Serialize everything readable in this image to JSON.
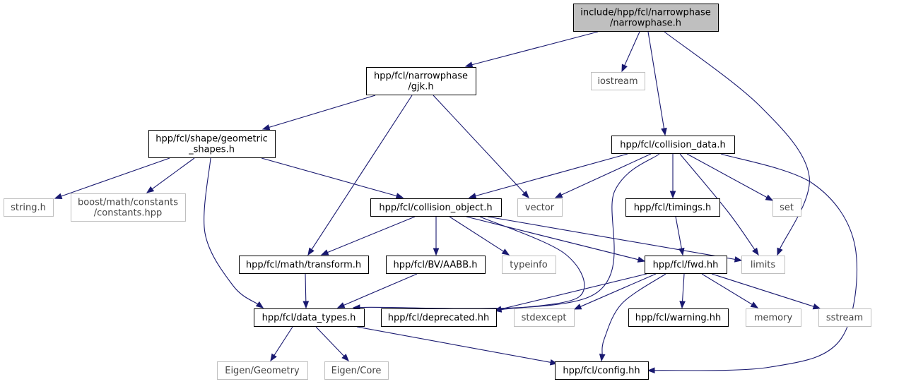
{
  "colors": {
    "edge": "#191970",
    "root_fill": "#bfbfbf",
    "node_border": "#000000",
    "external_border": "#bfbfbf"
  },
  "nodes": [
    {
      "id": "root",
      "lines": [
        "include/hpp/fcl/narrowphase",
        "/narrowphase.h"
      ],
      "kind": "root"
    },
    {
      "id": "gjk",
      "lines": [
        "hpp/fcl/narrowphase",
        "/gjk.h"
      ],
      "kind": "local"
    },
    {
      "id": "iostream",
      "lines": [
        "iostream"
      ],
      "kind": "external"
    },
    {
      "id": "geometric",
      "lines": [
        "hpp/fcl/shape/geometric",
        "_shapes.h"
      ],
      "kind": "local"
    },
    {
      "id": "collision_data",
      "lines": [
        "hpp/fcl/collision_data.h"
      ],
      "kind": "local"
    },
    {
      "id": "string",
      "lines": [
        "string.h"
      ],
      "kind": "external"
    },
    {
      "id": "boostmath",
      "lines": [
        "boost/math/constants",
        "/constants.hpp"
      ],
      "kind": "external"
    },
    {
      "id": "collision_object",
      "lines": [
        "hpp/fcl/collision_object.h"
      ],
      "kind": "local"
    },
    {
      "id": "vector",
      "lines": [
        "vector"
      ],
      "kind": "external"
    },
    {
      "id": "timings",
      "lines": [
        "hpp/fcl/timings.h"
      ],
      "kind": "local"
    },
    {
      "id": "set",
      "lines": [
        "set"
      ],
      "kind": "external"
    },
    {
      "id": "transform",
      "lines": [
        "hpp/fcl/math/transform.h"
      ],
      "kind": "local"
    },
    {
      "id": "aabb",
      "lines": [
        "hpp/fcl/BV/AABB.h"
      ],
      "kind": "local"
    },
    {
      "id": "typeinfo",
      "lines": [
        "typeinfo"
      ],
      "kind": "external"
    },
    {
      "id": "fwd",
      "lines": [
        "hpp/fcl/fwd.hh"
      ],
      "kind": "local"
    },
    {
      "id": "limits",
      "lines": [
        "limits"
      ],
      "kind": "external"
    },
    {
      "id": "data_types",
      "lines": [
        "hpp/fcl/data_types.h"
      ],
      "kind": "local"
    },
    {
      "id": "deprecated",
      "lines": [
        "hpp/fcl/deprecated.hh"
      ],
      "kind": "local"
    },
    {
      "id": "stdexcept",
      "lines": [
        "stdexcept"
      ],
      "kind": "external"
    },
    {
      "id": "warning",
      "lines": [
        "hpp/fcl/warning.hh"
      ],
      "kind": "local"
    },
    {
      "id": "memory",
      "lines": [
        "memory"
      ],
      "kind": "external"
    },
    {
      "id": "sstream",
      "lines": [
        "sstream"
      ],
      "kind": "external"
    },
    {
      "id": "eigen_geometry",
      "lines": [
        "Eigen/Geometry"
      ],
      "kind": "external"
    },
    {
      "id": "eigen_core",
      "lines": [
        "Eigen/Core"
      ],
      "kind": "external"
    },
    {
      "id": "config",
      "lines": [
        "hpp/fcl/config.hh"
      ],
      "kind": "local"
    }
  ],
  "edges": [
    {
      "from": "root",
      "to": "gjk"
    },
    {
      "from": "root",
      "to": "iostream"
    },
    {
      "from": "root",
      "to": "collision_data"
    },
    {
      "from": "root",
      "to": "limits"
    },
    {
      "from": "gjk",
      "to": "geometric"
    },
    {
      "from": "gjk",
      "to": "transform"
    },
    {
      "from": "gjk",
      "to": "vector"
    },
    {
      "from": "geometric",
      "to": "string"
    },
    {
      "from": "geometric",
      "to": "boostmath"
    },
    {
      "from": "geometric",
      "to": "collision_object"
    },
    {
      "from": "geometric",
      "to": "data_types"
    },
    {
      "from": "collision_data",
      "to": "collision_object"
    },
    {
      "from": "collision_data",
      "to": "vector"
    },
    {
      "from": "collision_data",
      "to": "timings"
    },
    {
      "from": "collision_data",
      "to": "set"
    },
    {
      "from": "collision_data",
      "to": "limits"
    },
    {
      "from": "collision_data",
      "to": "data_types"
    },
    {
      "from": "collision_data",
      "to": "config"
    },
    {
      "from": "collision_object",
      "to": "transform"
    },
    {
      "from": "collision_object",
      "to": "aabb"
    },
    {
      "from": "collision_object",
      "to": "typeinfo"
    },
    {
      "from": "collision_object",
      "to": "fwd"
    },
    {
      "from": "collision_object",
      "to": "limits"
    },
    {
      "from": "collision_object",
      "to": "deprecated"
    },
    {
      "from": "timings",
      "to": "fwd"
    },
    {
      "from": "transform",
      "to": "data_types"
    },
    {
      "from": "aabb",
      "to": "data_types"
    },
    {
      "from": "fwd",
      "to": "deprecated"
    },
    {
      "from": "fwd",
      "to": "stdexcept"
    },
    {
      "from": "fwd",
      "to": "warning"
    },
    {
      "from": "fwd",
      "to": "memory"
    },
    {
      "from": "fwd",
      "to": "sstream"
    },
    {
      "from": "fwd",
      "to": "config"
    },
    {
      "from": "data_types",
      "to": "eigen_geometry"
    },
    {
      "from": "data_types",
      "to": "eigen_core"
    },
    {
      "from": "data_types",
      "to": "config"
    }
  ]
}
